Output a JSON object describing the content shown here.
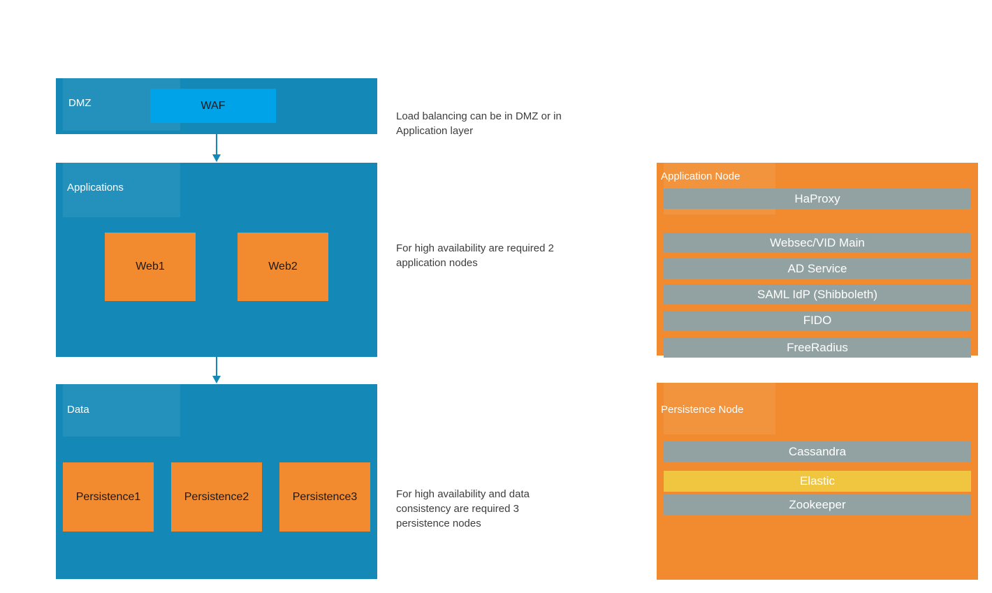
{
  "colors": {
    "layer_blue": "#1489B8",
    "waf_blue": "#00A2E8",
    "node_orange": "#F28B30",
    "bar_gray": "#92A1A1",
    "elastic_yellow": "#F0C540",
    "arrow_blue": "#1489B8",
    "annotation_text": "#3D3D3D",
    "label_white": "#FFFFFF",
    "node_label_dark": "#1A1A1A"
  },
  "layers": {
    "dmz": {
      "label": "DMZ"
    },
    "applications": {
      "label": "Applications"
    },
    "data": {
      "label": "Data"
    }
  },
  "nodes": {
    "waf": "WAF",
    "web1": "Web1",
    "web2": "Web2",
    "persistence1": "Persistence1",
    "persistence2": "Persistence2",
    "persistence3": "Persistence3"
  },
  "annotations": [
    {
      "lines": [
        "Load balancing can be in DMZ or in",
        "Application layer"
      ]
    },
    {
      "lines": [
        "For high availability are required 2",
        "application nodes"
      ]
    },
    {
      "lines": [
        "For high availability and data",
        "consistency are required 3",
        "persistence nodes"
      ]
    }
  ],
  "app_node": {
    "title": "Application Node",
    "services": [
      "HaProxy",
      "Websec/VID Main",
      "AD Service",
      "SAML IdP (Shibboleth)",
      "FIDO",
      "FreeRadius"
    ]
  },
  "persistence_node": {
    "title": "Persistence Node",
    "services": [
      "Cassandra",
      "Elastic",
      "Zookeeper"
    ]
  }
}
